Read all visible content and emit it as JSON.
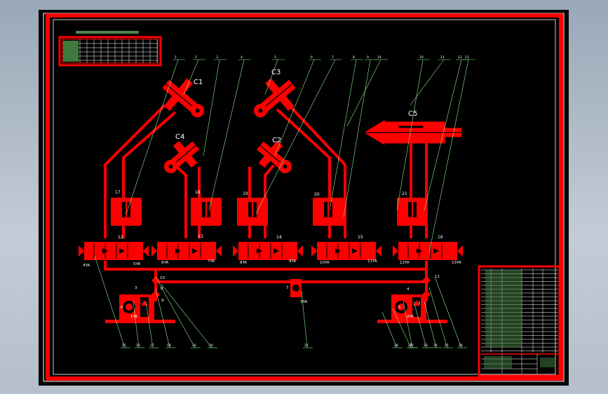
{
  "colors": {
    "background": "#000000",
    "drawing": "#ff0000",
    "leader": "#8ff08f",
    "label": "#ffffff",
    "frame": "#ffffff"
  },
  "cylinder_labels": [
    "C1",
    "C3",
    "C4",
    "C2",
    "C5"
  ],
  "valve_numbers": [
    "17",
    "18",
    "19",
    "20",
    "21"
  ],
  "directional_valve_numbers": [
    "12",
    "13",
    "14",
    "15",
    "16"
  ],
  "solenoid_labels": [
    "4YA",
    "5YA",
    "6YA",
    "7YA",
    "8YA",
    "9YA",
    "10YA",
    "11YA",
    "12YA",
    "13YA"
  ],
  "pump_solenoids": [
    "1YA",
    "2YA",
    "3YA"
  ],
  "top_callouts": [
    "1",
    "2",
    "3",
    "4",
    "5",
    "6",
    "7",
    "8",
    "9",
    "10",
    "11",
    "12",
    "13",
    "14"
  ],
  "bottom_callouts": [
    "15",
    "16",
    "17",
    "18",
    "19",
    "20",
    "21",
    "22",
    "23",
    "24",
    "25",
    "26",
    "27",
    "28"
  ],
  "misc_labels": [
    "10",
    "8",
    "7",
    "11",
    "3",
    "9",
    "4",
    "2",
    "6",
    "5"
  ]
}
